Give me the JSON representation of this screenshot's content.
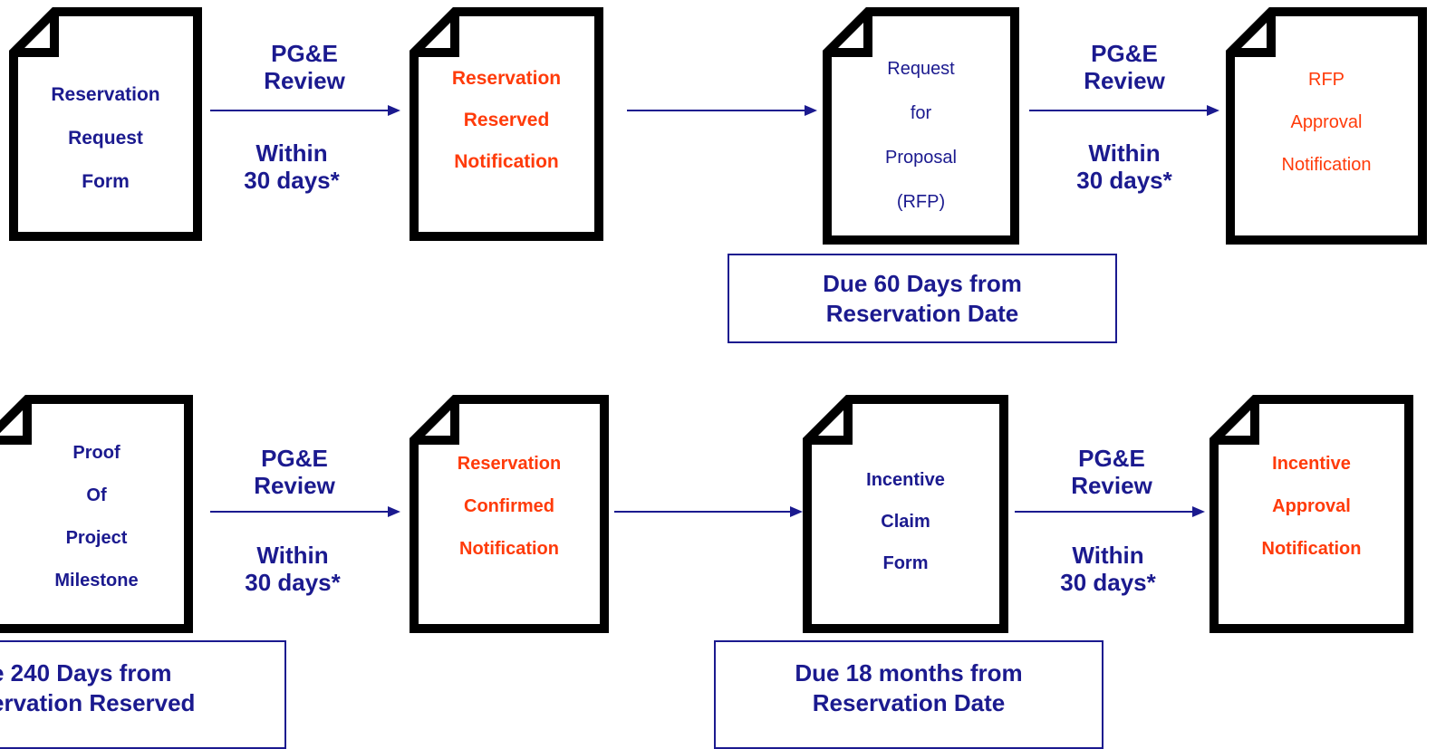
{
  "colors": {
    "navy": "#1b1a8f",
    "accent_red": "#ff3b0a",
    "outline": "#000000"
  },
  "row1": {
    "doc1": [
      "Reservation",
      "Request",
      "Form"
    ],
    "review1": {
      "title": [
        "PG&E",
        "Review"
      ],
      "time": [
        "Within",
        "30 days*"
      ]
    },
    "doc2": [
      "Reservation",
      "Reserved",
      "Notification"
    ],
    "doc3": [
      "Request",
      "for",
      "Proposal",
      "(RFP)"
    ],
    "review2": {
      "title": [
        "PG&E",
        "Review"
      ],
      "time": [
        "Within",
        "30 days*"
      ]
    },
    "doc4": [
      "RFP",
      "Approval",
      "Notification"
    ],
    "due": [
      "Due 60 Days from",
      "Reservation Date"
    ]
  },
  "row2": {
    "doc1": [
      "Proof",
      "Of",
      "Project",
      "Milestone"
    ],
    "review1": {
      "title": [
        "PG&E",
        "Review"
      ],
      "time": [
        "Within",
        "30 days*"
      ]
    },
    "doc2": [
      "Reservation",
      "Confirmed",
      "Notification"
    ],
    "doc3": [
      "Incentive",
      "Claim",
      "Form"
    ],
    "review2": {
      "title": [
        "PG&E",
        "Review"
      ],
      "time": [
        "Within",
        "30 days*"
      ]
    },
    "doc4": [
      "Incentive",
      "Approval",
      "Notification"
    ],
    "due_left": [
      "e 240 Days from",
      "ervation Reserved"
    ],
    "due_right": [
      "Due 18 months from",
      "Reservation Date"
    ]
  }
}
